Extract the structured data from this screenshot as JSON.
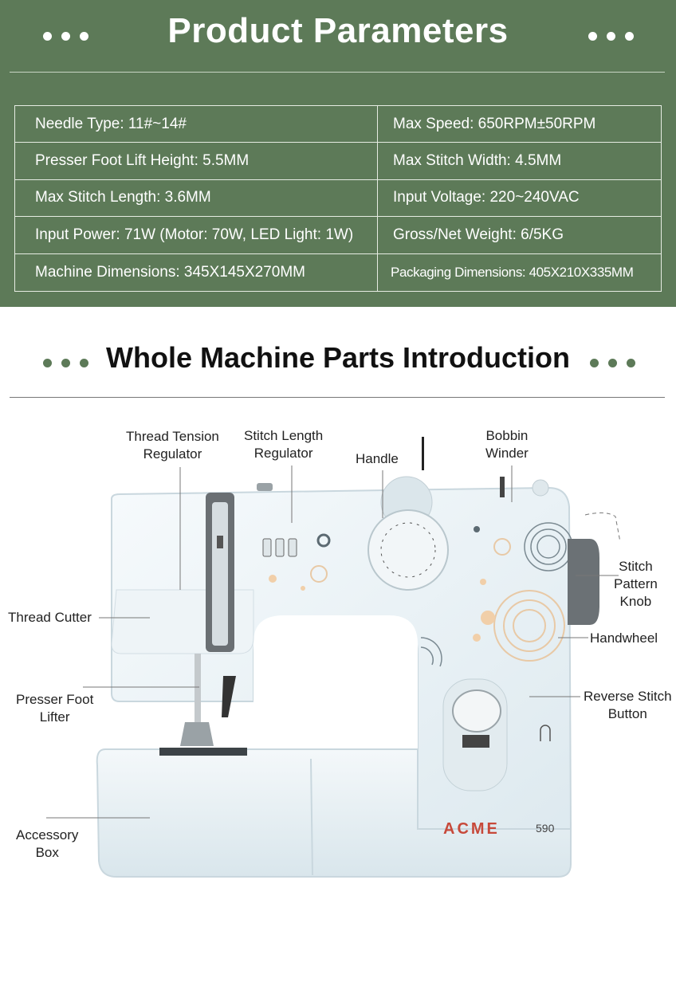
{
  "header": {
    "title": "Product Parameters"
  },
  "parameters": [
    {
      "left": "Needle Type: 11#~14#",
      "right": "Max Speed: 650RPM±50RPM"
    },
    {
      "left": "Presser Foot Lift Height: 5.5MM",
      "right": "Max Stitch Width: 4.5MM"
    },
    {
      "left": "Max Stitch Length: 3.6MM",
      "right": "Input Voltage: 220~240VAC"
    },
    {
      "left": "Input Power: 71W (Motor: 70W, LED Light: 1W)",
      "right": "Gross/Net Weight: 6/5KG"
    },
    {
      "left": "Machine Dimensions: 345X145X270MM",
      "right": "Packaging Dimensions: 405X210X335MM"
    }
  ],
  "parts_section": {
    "title": "Whole Machine Parts Introduction",
    "brand": "ACME",
    "model": "590",
    "labels": {
      "thread_tension": [
        "Thread Tension",
        "Regulator"
      ],
      "stitch_length": [
        "Stitch Length",
        "Regulator"
      ],
      "handle": [
        "Handle"
      ],
      "bobbin_winder": [
        "Bobbin",
        "Winder"
      ],
      "stitch_pattern": [
        "Stitch",
        "Pattern",
        "Knob"
      ],
      "thread_cutter": [
        "Thread Cutter"
      ],
      "handwheel": [
        "Handwheel"
      ],
      "presser_foot_lifter": [
        "Presser Foot",
        "Lifter"
      ],
      "reverse_stitch": [
        "Reverse Stitch",
        "Button"
      ],
      "accessory_box": [
        "Accessory",
        "Box"
      ]
    }
  },
  "colors": {
    "header_bg": "#5d7a58",
    "accent_dots": "#5d7a58",
    "machine_body": "#e9f2f6"
  }
}
